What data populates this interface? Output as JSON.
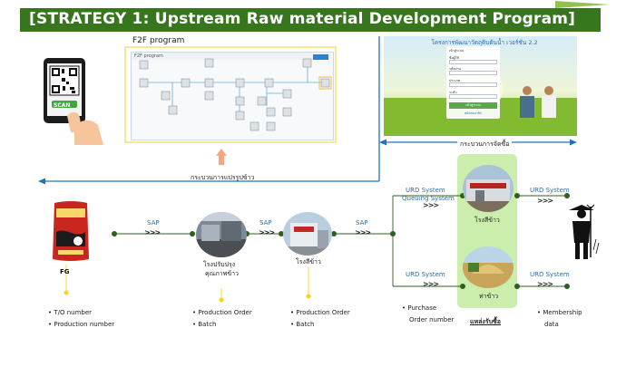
{
  "banner": {
    "title": "[STRATEGY 1: Upstream Raw material Development Program]",
    "color": "#37761d"
  },
  "f2f": {
    "label": "F2F program",
    "screen_header": "F2F program"
  },
  "login": {
    "title": "โครงการพัฒนาวัตถุดิบต้นน้ำ เวอร์ชั่น 2.2",
    "fields": [
      "เข้าสู่ระบบ",
      "ชื่อผู้ใช้",
      "รหัสผ่าน",
      "ประเภท",
      "ระดับ"
    ],
    "button": "เข้าสู่ระบบ",
    "register": "สมัครสมาชิก"
  },
  "phone": {
    "scan_label": "SCAN"
  },
  "processes": {
    "left_caption": "กระบวนการแปรรูปข้าว",
    "right_caption": "กระบวนการจัดซื้อ"
  },
  "flow": {
    "fg_label": "FG",
    "sap1": "SAP",
    "sap2": "SAP",
    "sap3": "SAP",
    "mill_improve": [
      "โรงปรับปรุง",
      "คุณภาพข้าว"
    ],
    "mill": "โรงสีข้าว",
    "urd_top": "URD System",
    "queuing": "Queuing System",
    "urd_bottom": "URD System",
    "urd_right_top": "URD System",
    "urd_right_bottom": "URD System",
    "source_mill": "โรงสีข้าว",
    "source_yard": "ท่าข้าว",
    "source_caption": "แหล่งรับซื้อ"
  },
  "details": {
    "fg": [
      "T/O number",
      "Production number"
    ],
    "improve": [
      "Production Order",
      "Batch"
    ],
    "mill": [
      "Production Order",
      "Batch"
    ],
    "purchase": [
      "Purchase",
      "Order number"
    ],
    "farmer": [
      "Membership",
      "data"
    ]
  },
  "colors": {
    "arrow_blue": "#1f73b7",
    "flow_green": "#2f5f1d",
    "panel_green": "#cbeeac",
    "orange": "#f4a582",
    "yellow": "#ffd21a"
  }
}
